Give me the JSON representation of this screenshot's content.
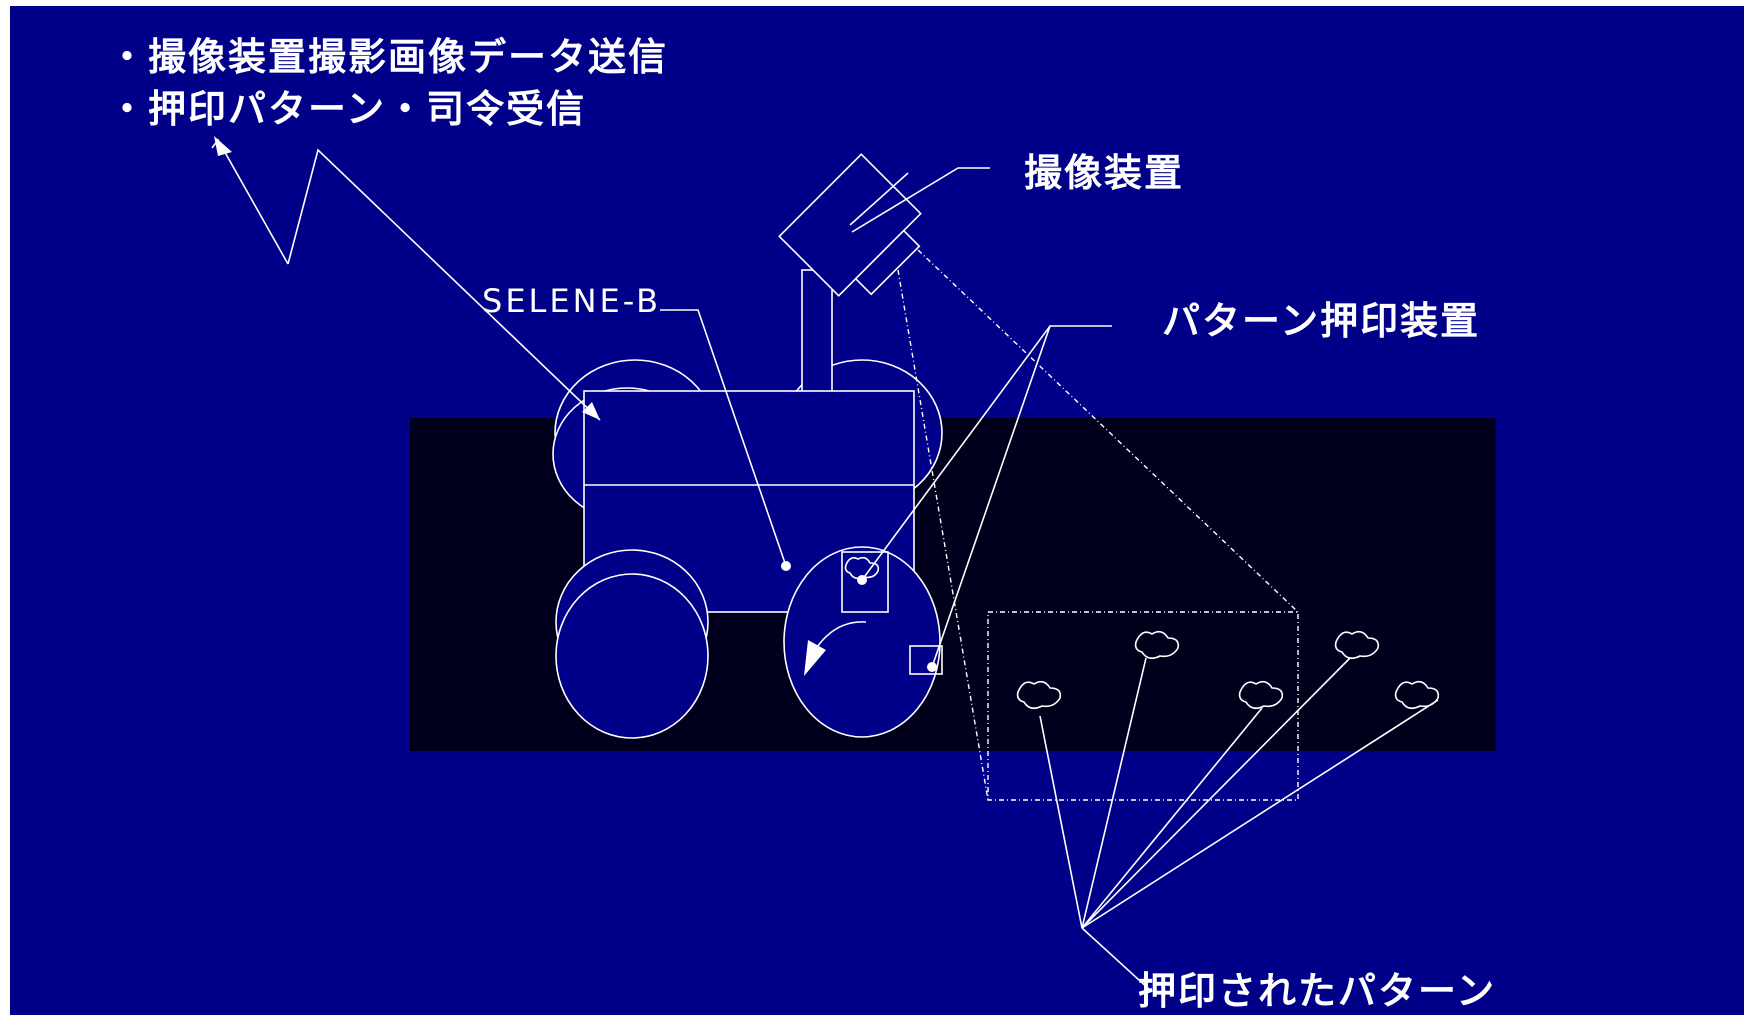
{
  "colors": {
    "background": "#000088",
    "ground": "#00001c",
    "line": "#ffffff"
  },
  "labels": {
    "comm_line1": "・撮像装置撮影画像データ送信",
    "comm_line2": "・押印パターン・司令受信",
    "camera": "撮像装置",
    "rover": "SELENE-B",
    "stamper": "パターン押印装置",
    "stamped": "押印されたパターン"
  }
}
